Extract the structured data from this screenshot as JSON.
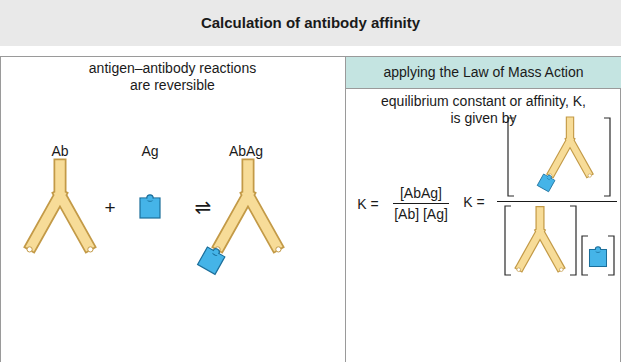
{
  "diagram": {
    "title": "Calculation of antibody affinity",
    "nodes": [
      {
        "text": [
          "antigen–antibody reactions are reversible"
        ]
      },
      {
        "text": [
          "applying the Law of Mass Action"
        ]
      },
      {
        "text": [
          "equilibrium constant or affinity, K, is given by"
        ]
      }
    ],
    "labels": [
      "Ab",
      "+",
      "Ag",
      "⇌",
      "AbAg",
      "K =",
      "[AbAg]",
      "[Ab] [Ag]",
      "K ="
    ]
  }
}
